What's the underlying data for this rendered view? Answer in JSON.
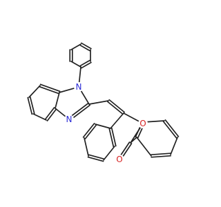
{
  "colors": {
    "bond": "#222222",
    "nitrogen": "#2a2ad6",
    "oxygen": "#d62020",
    "background": "#ffffff"
  },
  "atoms": {
    "n_ring": "N",
    "n_imine": "N",
    "o_ester": "O",
    "o_carbonyl": "O"
  }
}
